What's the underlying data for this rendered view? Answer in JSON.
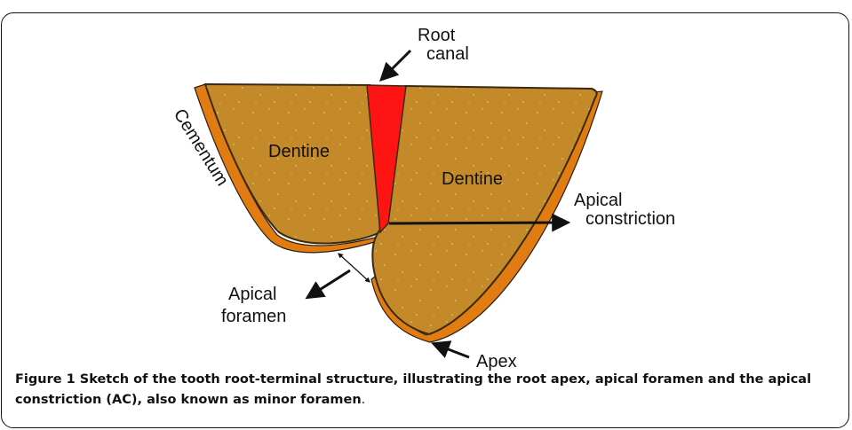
{
  "diagram": {
    "labels": {
      "root_canal_line1": "Root",
      "root_canal_line2": "canal",
      "dentine_left": "Dentine",
      "dentine_right": "Dentine",
      "cementum": "Cementum",
      "apical_constriction_line1": "Apical",
      "apical_constriction_line2": "constriction",
      "apical_foramen_line1": "Apical",
      "apical_foramen_line2": "foramen",
      "apex": "Apex"
    },
    "colors": {
      "dentine": "#c48a2a",
      "canal": "#ff1414",
      "cementum": "#e07c12",
      "outline": "#2a1f10"
    }
  },
  "caption": {
    "lead": "Figure 1",
    "text": " Sketch of the tooth root-terminal structure, illustrating the root apex, apical foramen and the apical constriction (AC), also known as minor foramen",
    "tail": "."
  }
}
